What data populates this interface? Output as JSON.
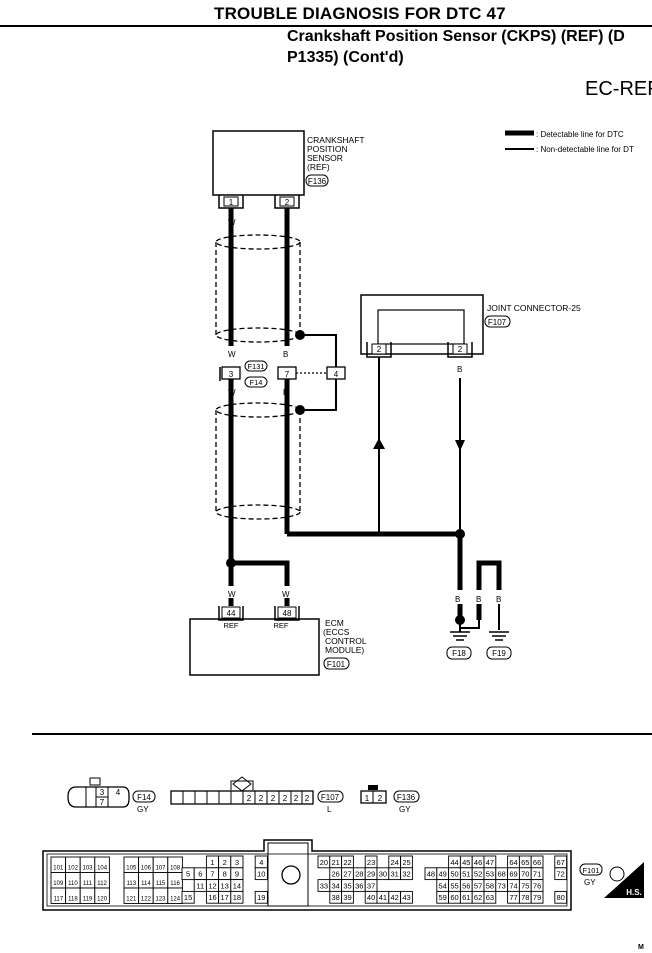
{
  "header": {
    "title": "TROUBLE DIAGNOSIS FOR DTC 47",
    "subtitle_line1": "Crankshaft Position Sensor (CKPS) (REF) (D",
    "subtitle_line2": "P1335) (Cont'd)",
    "section_code": "EC-REF"
  },
  "legend": {
    "detectable": ": Detectable line for DTC",
    "non_detectable": ": Non-detectable line for DT"
  },
  "sensor": {
    "label_lines": [
      "CRANKSHAFT",
      "POSITION",
      "SENSOR",
      "(REF)"
    ],
    "connector": "F136",
    "pins": [
      "1",
      "2"
    ]
  },
  "wires": {
    "white": "W",
    "black": "B"
  },
  "joint_connector": {
    "label": "JOINT CONNECTOR-25",
    "connector": "F107",
    "pins": [
      "2",
      "2"
    ]
  },
  "middle_connector": {
    "connector_top": "F131",
    "connector_bottom": "F14",
    "pins": [
      "3",
      "7",
      "4"
    ]
  },
  "ecm": {
    "label_lines": [
      "ECM",
      "(ECCS",
      "CONTROL",
      "MODULE)"
    ],
    "connector": "F101",
    "pins": [
      "44",
      "48"
    ],
    "pin_labels": [
      "REF",
      "REF"
    ]
  },
  "grounds": [
    "F18",
    "F19"
  ],
  "connector_views": {
    "f14": {
      "id": "F14",
      "color": "GY",
      "pins": [
        "3",
        "4",
        "7"
      ]
    },
    "f107": {
      "id": "F107",
      "color": "L",
      "pins": [
        "2",
        "2",
        "2",
        "2",
        "2",
        "2"
      ]
    },
    "f136": {
      "id": "F136",
      "color": "GY",
      "pins": [
        "1",
        "2"
      ]
    },
    "ecm": {
      "id": "F101",
      "color": "GY",
      "badge": "H.S.",
      "block_a": [
        [
          "101",
          "102",
          "103",
          "104",
          "",
          "105",
          "106",
          "107",
          "108"
        ],
        [
          "109",
          "110",
          "111",
          "112",
          "",
          "113",
          "114",
          "115",
          "116"
        ],
        [
          "117",
          "118",
          "119",
          "120",
          "",
          "121",
          "122",
          "123",
          "124"
        ]
      ],
      "block_b": [
        [
          "",
          "",
          "1",
          "2",
          "3",
          "",
          "4"
        ],
        [
          "5",
          "6",
          "7",
          "8",
          "9",
          "",
          "10"
        ],
        [
          "",
          "11",
          "12",
          "13",
          "14",
          "",
          ""
        ],
        [
          "15",
          "",
          "16",
          "17",
          "18",
          "",
          "19"
        ]
      ],
      "block_c": [
        [
          "20",
          "21",
          "22",
          "",
          "23",
          "",
          "24",
          "25"
        ],
        [
          "",
          "26",
          "27",
          "28",
          "29",
          "30",
          "31",
          "32"
        ],
        [
          "33",
          "34",
          "35",
          "36",
          "37",
          "",
          "",
          ""
        ],
        [
          "",
          "38",
          "39",
          "",
          "40",
          "41",
          "42",
          "43"
        ]
      ],
      "block_d": [
        [
          "",
          "",
          "44",
          "45",
          "46",
          "47",
          "",
          "64",
          "65",
          "66",
          "",
          "67"
        ],
        [
          "48",
          "49",
          "50",
          "51",
          "52",
          "53",
          "68",
          "69",
          "70",
          "71",
          "",
          "72"
        ],
        [
          "",
          "54",
          "55",
          "56",
          "57",
          "58",
          "73",
          "74",
          "75",
          "76",
          "",
          ""
        ],
        [
          "",
          "59",
          "60",
          "61",
          "62",
          "63",
          "",
          "77",
          "78",
          "79",
          "",
          "80"
        ]
      ]
    }
  }
}
